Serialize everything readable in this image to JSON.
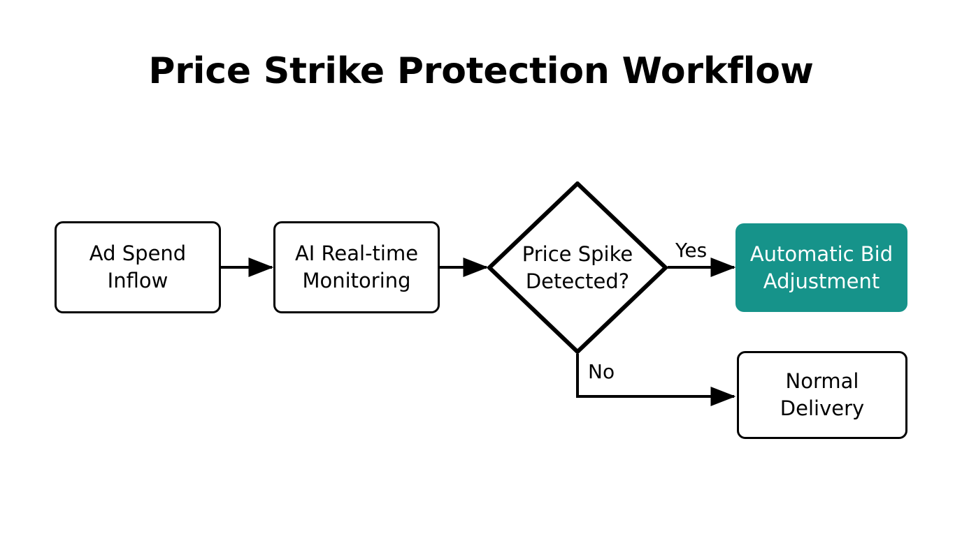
{
  "page": {
    "title": "Price Strike Protection Workflow",
    "background": "#ffffff",
    "accent_color": "#16938a",
    "stroke_color": "#000000"
  },
  "diagram": {
    "type": "flowchart",
    "orientation": "left-to-right",
    "nodes": [
      {
        "id": "ad-spend-inflow",
        "label": "Ad Spend\nInflow",
        "shape": "rounded-rectangle",
        "fill": "#ffffff",
        "stroke": "#000000",
        "text_color": "#000000"
      },
      {
        "id": "ai-real-time-monitoring",
        "label": "AI Real-time\nMonitoring",
        "shape": "rounded-rectangle",
        "fill": "#ffffff",
        "stroke": "#000000",
        "text_color": "#000000"
      },
      {
        "id": "price-spike-detected",
        "label": "Price Spike\nDetected?",
        "shape": "diamond",
        "fill": "#ffffff",
        "stroke": "#000000",
        "text_color": "#000000"
      },
      {
        "id": "automatic-bid-adjustment",
        "label": "Automatic Bid\nAdjustment",
        "shape": "rounded-rectangle",
        "fill": "#16938a",
        "stroke": "none",
        "text_color": "#ffffff"
      },
      {
        "id": "normal-delivery",
        "label": "Normal\nDelivery",
        "shape": "rounded-rectangle",
        "fill": "#ffffff",
        "stroke": "#000000",
        "text_color": "#000000"
      }
    ],
    "edges": [
      {
        "id": "e1",
        "from": "ad-spend-inflow",
        "to": "ai-real-time-monitoring",
        "label": ""
      },
      {
        "id": "e2",
        "from": "ai-real-time-monitoring",
        "to": "price-spike-detected",
        "label": ""
      },
      {
        "id": "e3",
        "from": "price-spike-detected",
        "to": "automatic-bid-adjustment",
        "label": "Yes"
      },
      {
        "id": "e4",
        "from": "price-spike-detected",
        "to": "normal-delivery",
        "label": "No"
      }
    ]
  }
}
